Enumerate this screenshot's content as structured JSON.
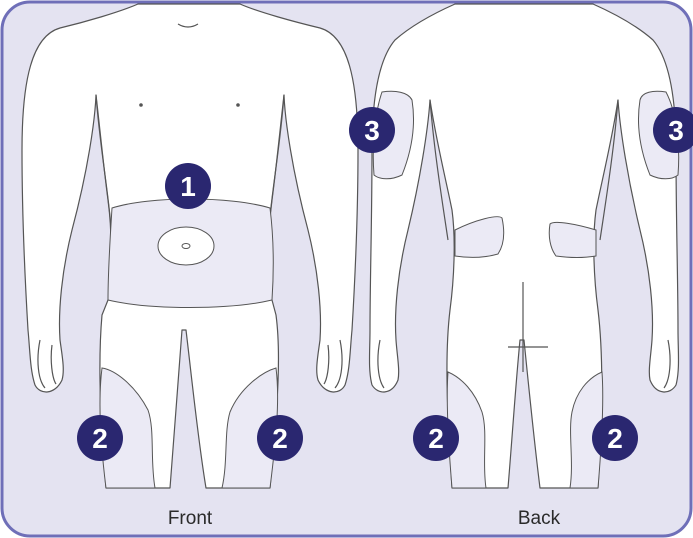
{
  "colors": {
    "background": "#e4e3f1",
    "border": "#6f6fb8",
    "body_fill": "#ffffff",
    "body_outline": "#555555",
    "zone_fill": "#ebeaf5",
    "badge_fill": "#2a2770",
    "badge_text": "#ffffff"
  },
  "views": {
    "front": {
      "label": "Front"
    },
    "back": {
      "label": "Back"
    }
  },
  "zones": {
    "abdomen": {
      "number": "1"
    },
    "thighs": {
      "number": "2"
    },
    "upper_arms": {
      "number": "3"
    }
  }
}
